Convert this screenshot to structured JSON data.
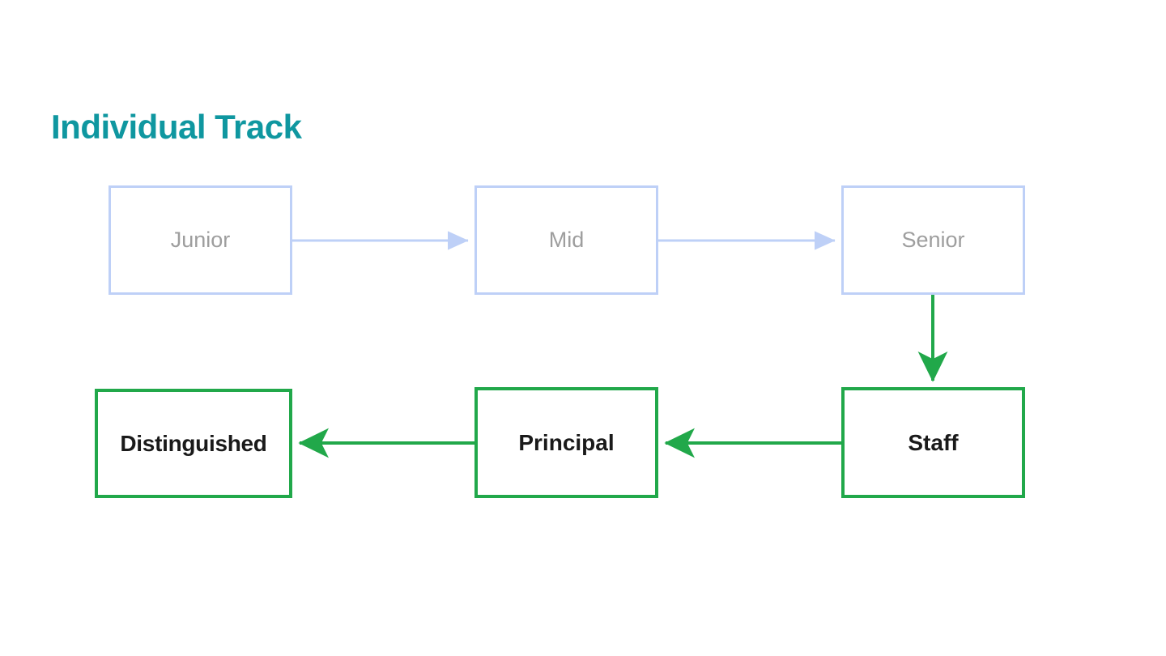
{
  "slide": {
    "title": "Individual Track",
    "title_color": "#0f97a0",
    "background_color": "#ffffff"
  },
  "palette": {
    "pending_border": "#bed0f7",
    "pending_text": "#9e9e9e",
    "active_border": "#21a84a",
    "active_text": "#1a1a1a",
    "pending_arrow": "#bed0f7",
    "active_arrow": "#21a84a"
  },
  "diagram": {
    "rows": [
      {
        "name": "upper-track",
        "state": "pending",
        "nodes": [
          {
            "id": "junior",
            "label": "Junior"
          },
          {
            "id": "mid",
            "label": "Mid"
          },
          {
            "id": "senior",
            "label": "Senior"
          }
        ]
      },
      {
        "name": "lower-track",
        "state": "active",
        "nodes": [
          {
            "id": "distinguished",
            "label": "Distinguished"
          },
          {
            "id": "principal",
            "label": "Principal"
          },
          {
            "id": "staff",
            "label": "Staff"
          }
        ]
      }
    ],
    "edges": [
      {
        "id": "junior-to-mid",
        "from": "junior",
        "to": "mid",
        "direction": "right",
        "style": "pending"
      },
      {
        "id": "mid-to-senior",
        "from": "mid",
        "to": "senior",
        "direction": "right",
        "style": "pending"
      },
      {
        "id": "senior-to-staff",
        "from": "senior",
        "to": "staff",
        "direction": "down",
        "style": "active"
      },
      {
        "id": "staff-to-principal",
        "from": "staff",
        "to": "principal",
        "direction": "left",
        "style": "active"
      },
      {
        "id": "principal-to-distinguished",
        "from": "principal",
        "to": "distinguished",
        "direction": "left",
        "style": "active"
      }
    ]
  }
}
